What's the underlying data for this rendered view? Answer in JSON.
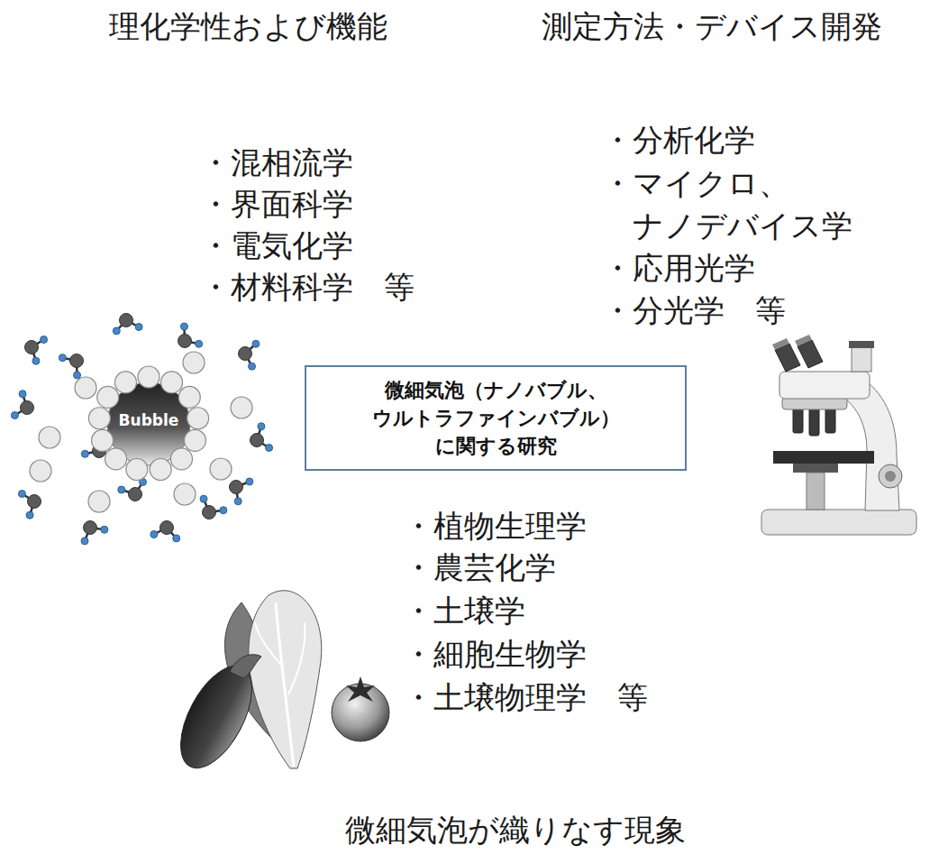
{
  "diagram": {
    "nodes": [
      {
        "text": [
          "理化学性および機能",
          "・混相流学",
          "・界面科学",
          "・電気化学",
          "・材料科学　等"
        ]
      },
      {
        "text": [
          "測定方法・デバイス開発",
          "・分析化学",
          "・マイクロ、 ナノデバイス学",
          "・応用光学",
          "・分光学　等"
        ]
      },
      {
        "text": [
          "微細気泡（ナノバブル、 ウルトラファインバブル） に関する研究"
        ]
      },
      {
        "text": [
          "微細気泡が織りなす現象",
          "・植物生理学",
          "・農芸化学",
          "・土壌学",
          "・細胞生物学",
          "・土壌物理学　等"
        ]
      }
    ],
    "labels": [
      "Bubble"
    ]
  }
}
